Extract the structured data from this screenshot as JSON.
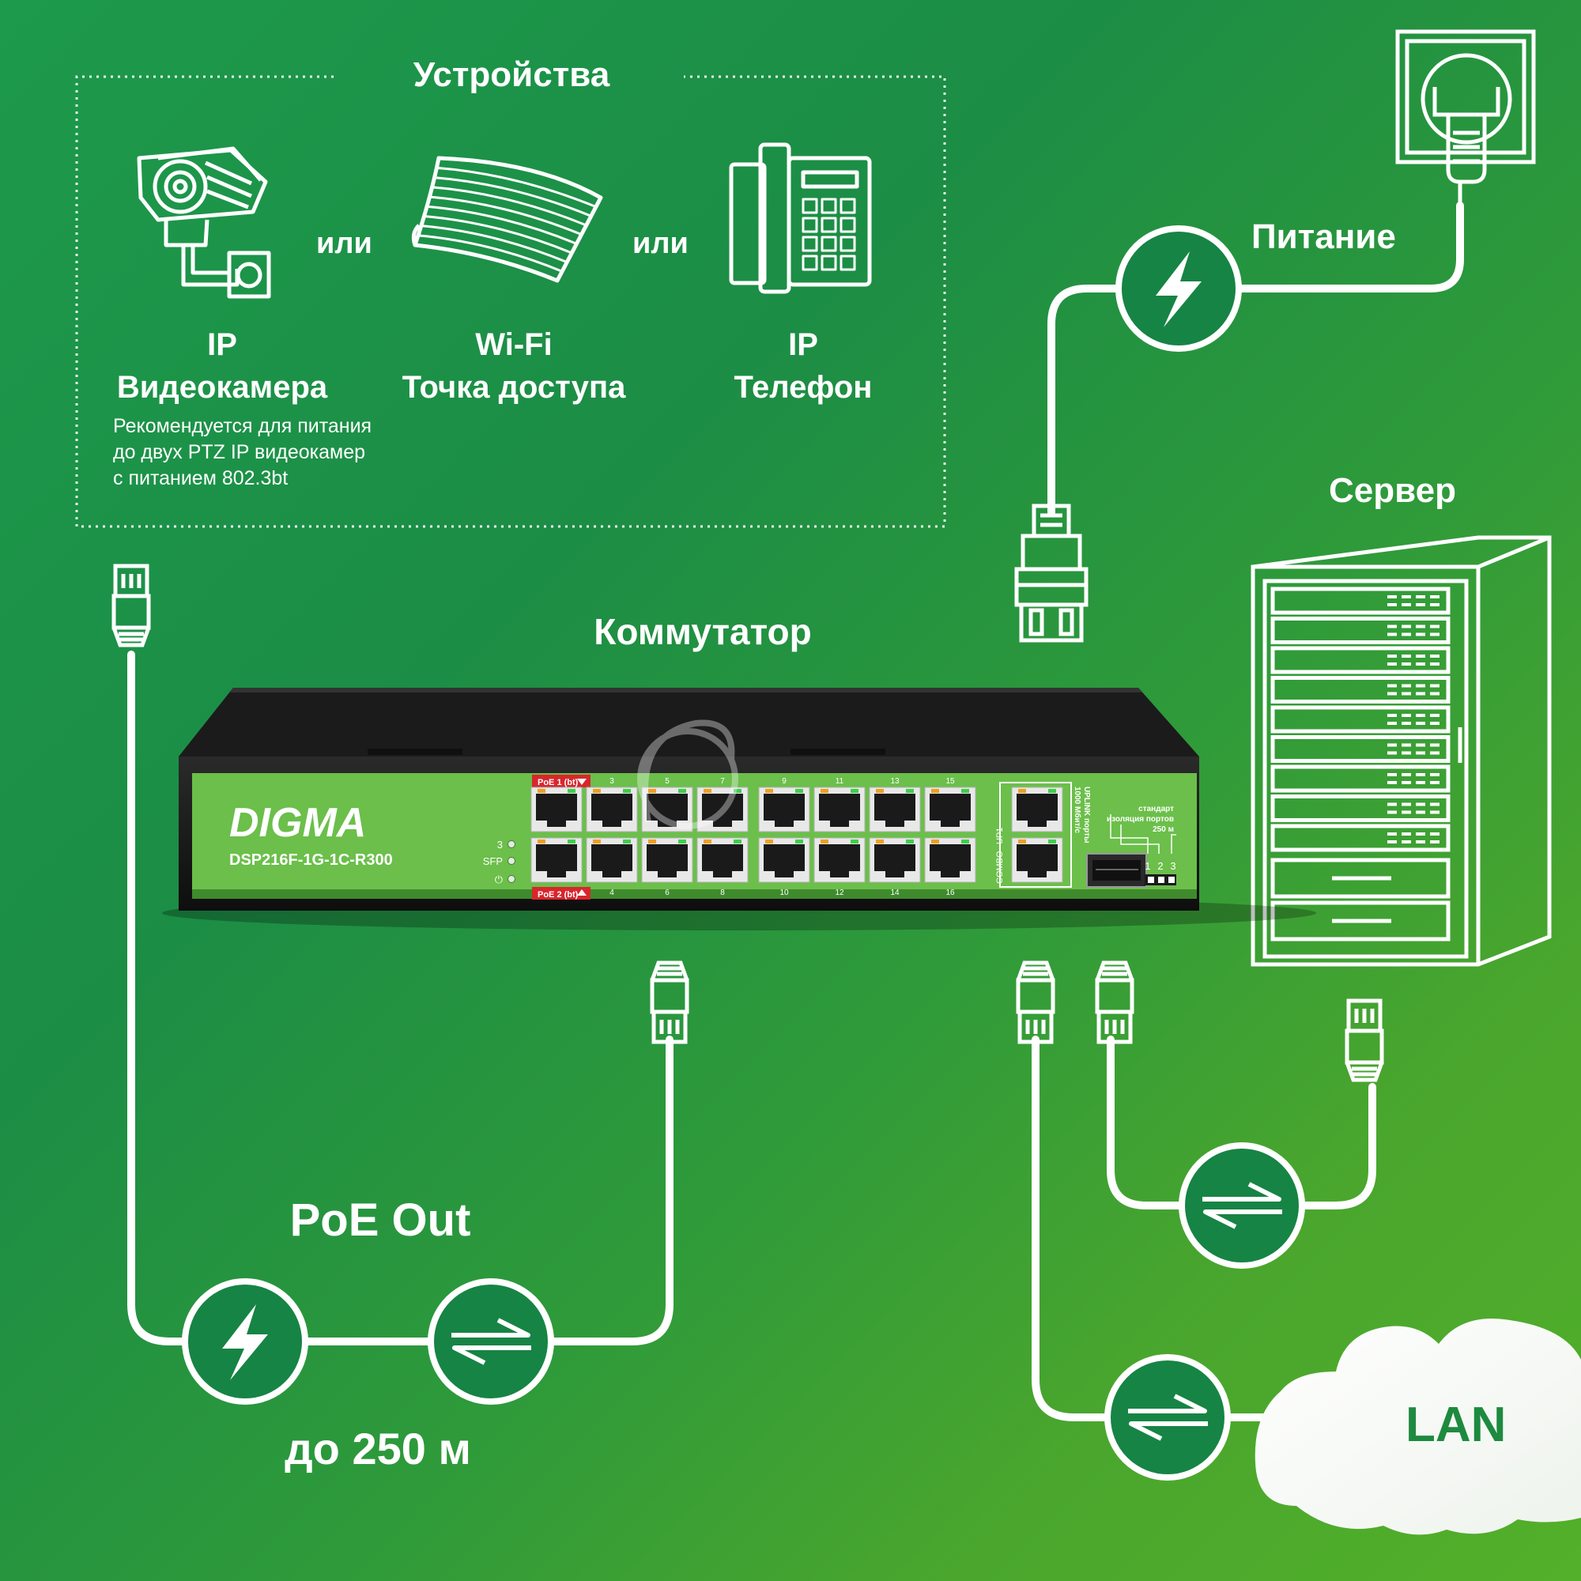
{
  "devices_section": {
    "title": "Устройства",
    "or_label": "или",
    "camera": {
      "line1": "IP",
      "line2": "Видеокамера"
    },
    "access_point": {
      "line1": "Wi-Fi",
      "line2": "Точка доступа"
    },
    "phone": {
      "line1": "IP",
      "line2": "Телефон"
    },
    "note_lines": [
      "Рекомендуется для питания",
      "до двух PTZ IP видеокамер",
      "с питанием 802.3bt"
    ]
  },
  "power_label": "Питание",
  "server_label": "Сервер",
  "switch_label": "Коммутатор",
  "poe_out_label": "PoE Out",
  "distance_label": "до 250 м",
  "lan_label": "LAN",
  "switch_panel": {
    "brand": "DIGMA",
    "model": "DSP216F-1G-1C-R300",
    "led_labels": [
      "3",
      "SFP",
      "⏻"
    ],
    "poe1_tag": "PoE 1 (bt)",
    "poe2_tag": "PoE 2 (bt)",
    "top_port_numbers": [
      "1",
      "3",
      "5",
      "7",
      "9",
      "11",
      "13",
      "15"
    ],
    "bottom_port_numbers": [
      "2",
      "4",
      "6",
      "8",
      "10",
      "12",
      "14",
      "16"
    ],
    "uplink_up1": "UP1",
    "uplink_combo": "COMBO",
    "uplink_text": [
      "UPLINK порты",
      "1000 Мбит/с"
    ],
    "dip_text": [
      "стандарт",
      "изоляция портов",
      "250 м"
    ],
    "dip_numbers": [
      "1",
      "2",
      "3"
    ]
  },
  "colors": {
    "panel_green": "#6bbf4a",
    "accent_dark_green": "#157a3e",
    "lan_text": "#1e8a3f",
    "poe_tag_red": "#d8262c"
  },
  "icons": [
    "camera-icon",
    "access-point-icon",
    "phone-icon",
    "power-socket-icon",
    "server-rack-icon",
    "lightning-icon",
    "exchange-arrows-icon",
    "ethernet-plug-icon",
    "power-plug-icon",
    "cloud-icon"
  ]
}
